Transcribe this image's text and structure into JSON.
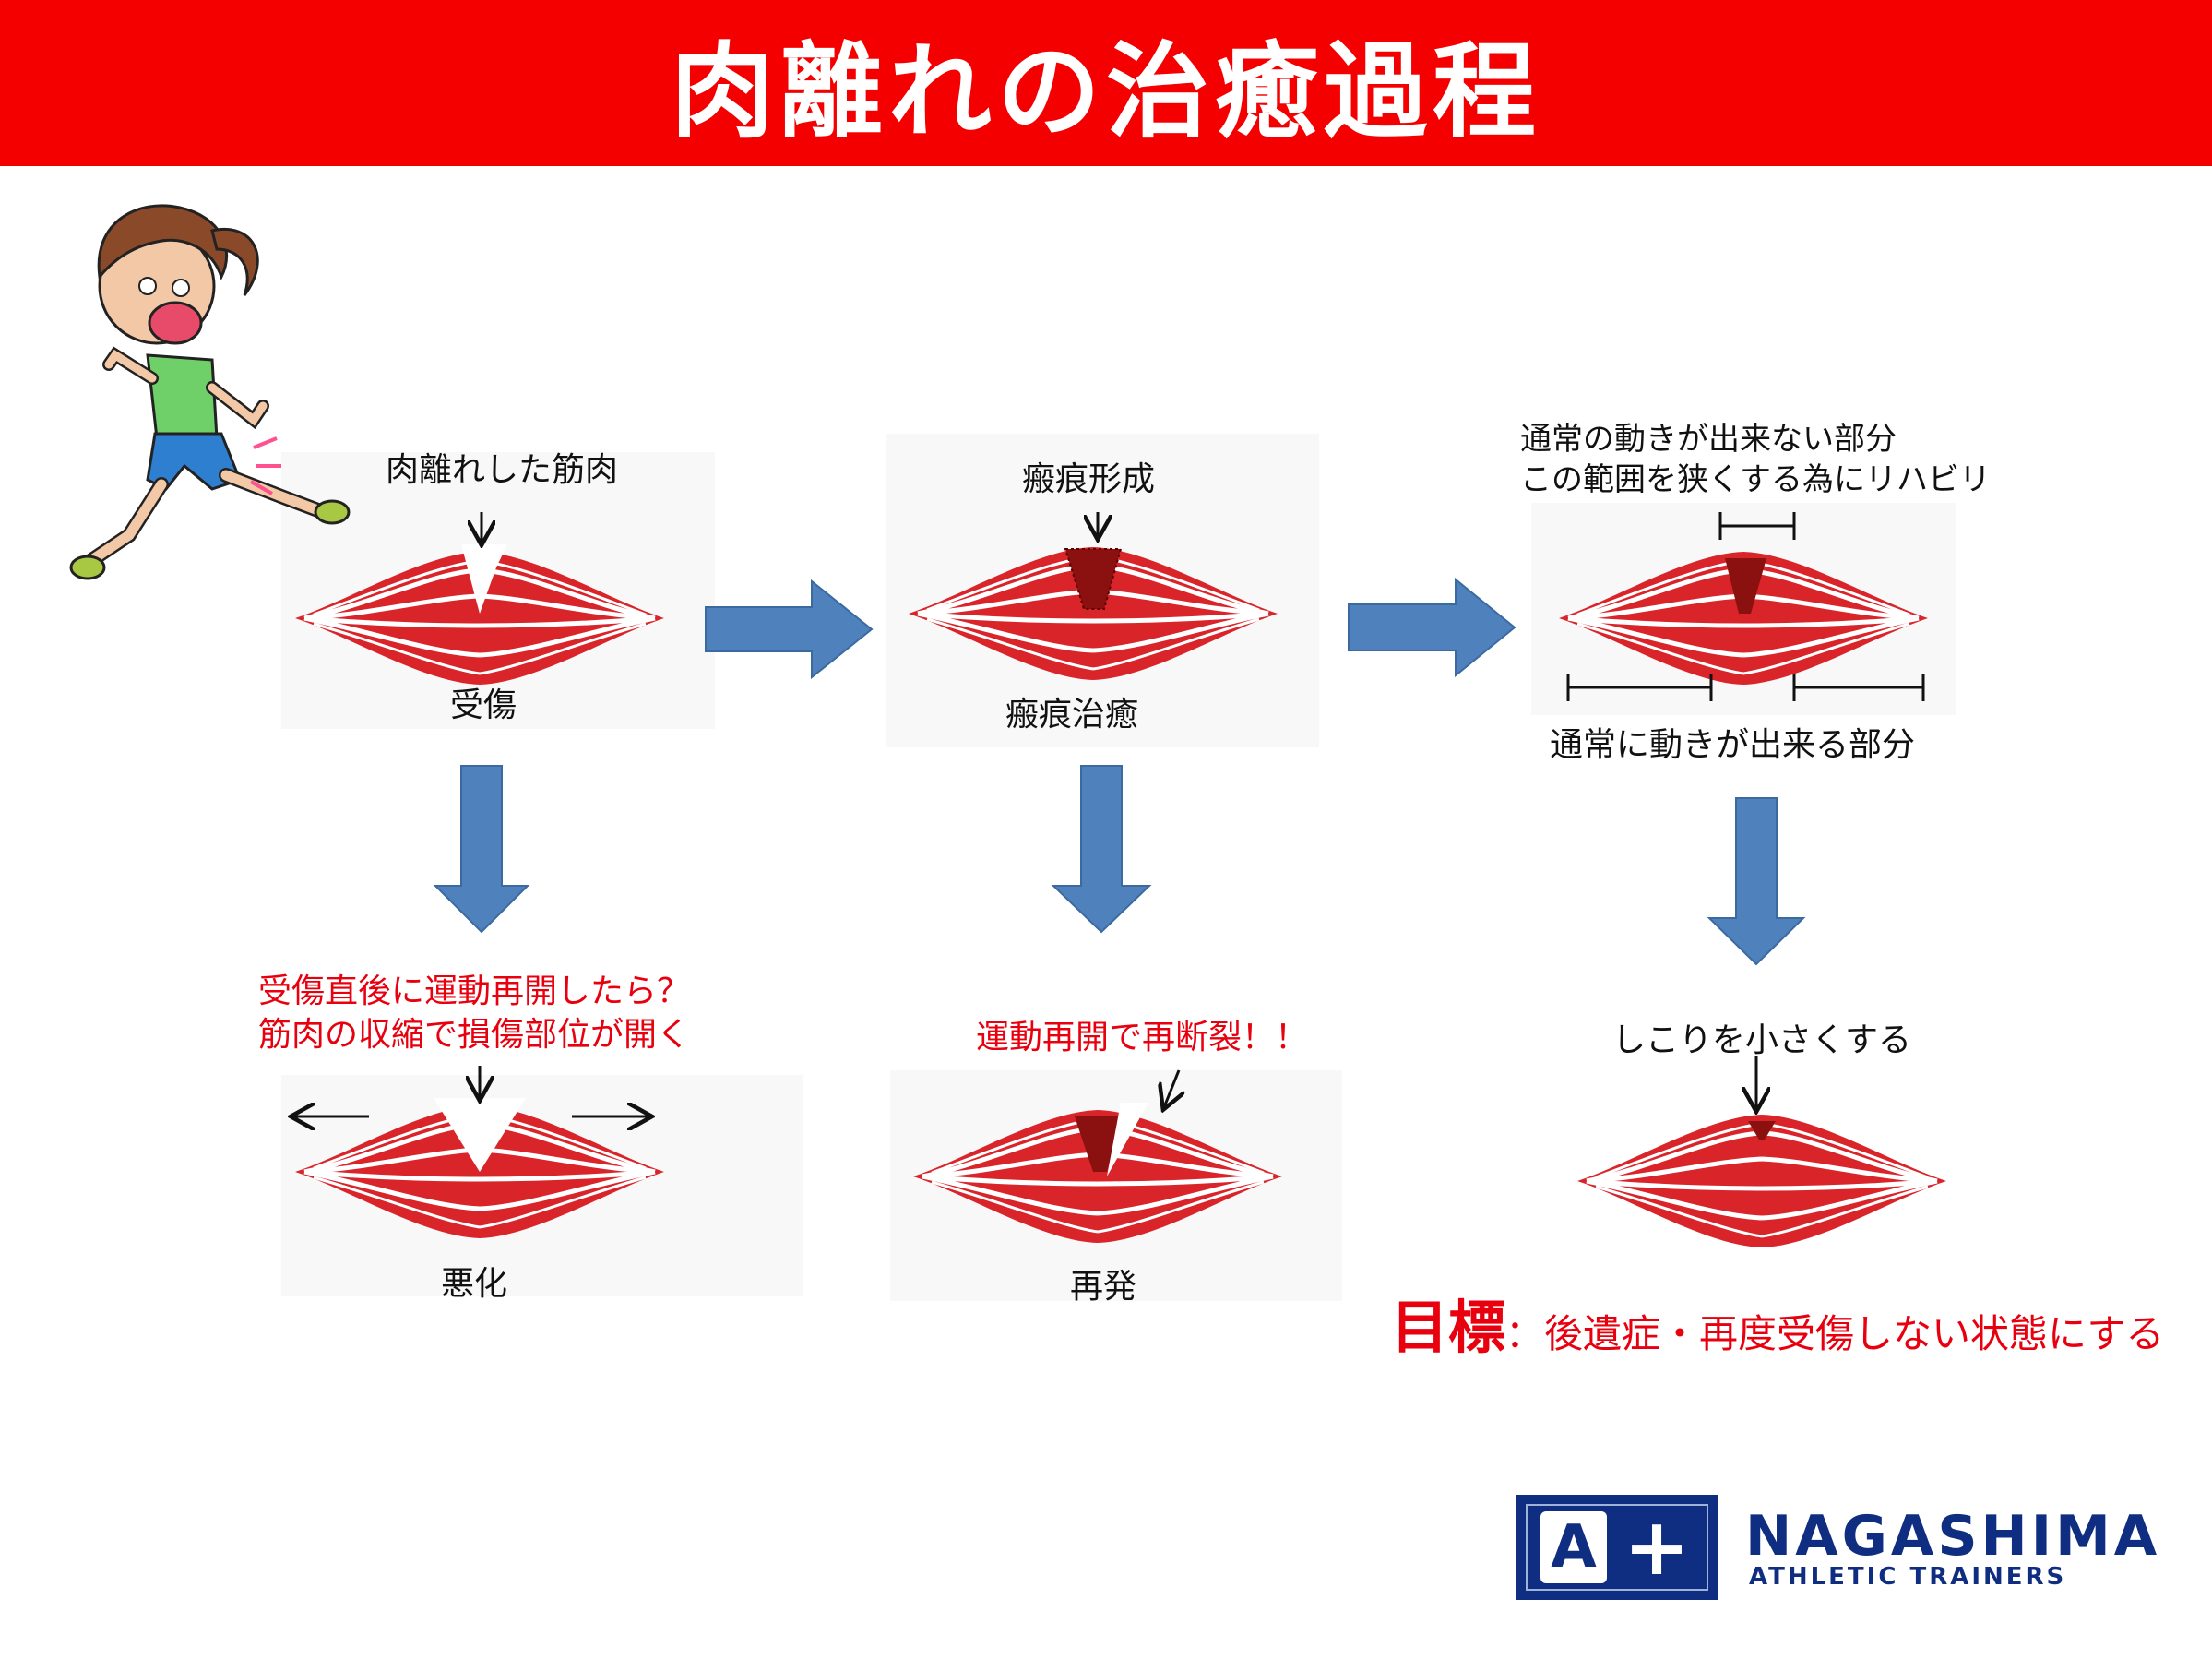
{
  "title": "肉離れの治癒過程",
  "colors": {
    "header": "#f40000",
    "arrow": "#4f81bd",
    "muscle": "#d9242a",
    "scar": "#8b1010",
    "warning_text": "#e8000f",
    "brand": "#0f2e82"
  },
  "stages": {
    "injury": {
      "top_label": "肉離れした筋肉",
      "bottom_label": "受傷"
    },
    "scar": {
      "top_label": "瘢痕形成",
      "bottom_label": "瘢痕治癒"
    },
    "rehab": {
      "top_label_line1": "通常の動きが出来ない部分",
      "top_label_line2": "この範囲を狭くする為にリハビリ",
      "bottom_label": "通常に動きが出来る部分"
    }
  },
  "outcomes": {
    "worsen": {
      "warning_line1": "受傷直後に運動再開したら？",
      "warning_line2": "筋肉の収縮で損傷部位が開く",
      "label": "悪化"
    },
    "relapse": {
      "warning": "運動再開で再断裂！！",
      "label": "再発"
    },
    "small": {
      "label": "しこりを小さくする"
    }
  },
  "goal": {
    "label": "目標",
    "text": "：後遺症・再度受傷しない状態にする"
  },
  "brand": {
    "name": "NAGASHIMA",
    "sub": "ATHLETIC TRAINERS",
    "logo_letter": "A",
    "logo_symbol": "+"
  },
  "icons": {
    "runner": "runner-girl-illustration",
    "flow_arrow": "block-arrow-icon"
  }
}
